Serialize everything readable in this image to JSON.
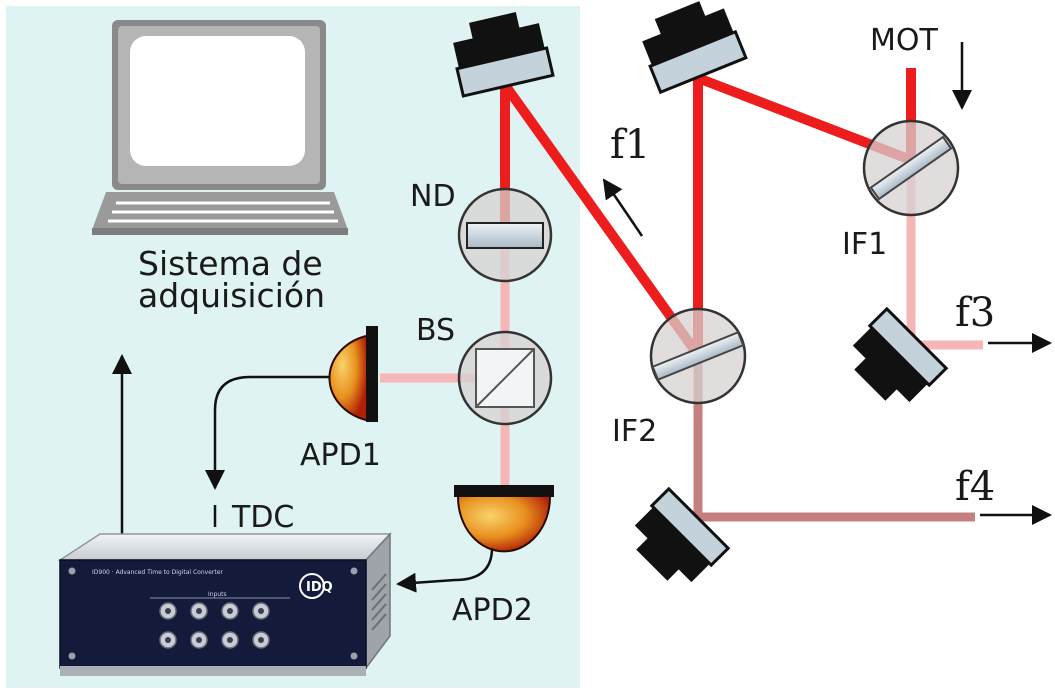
{
  "labels": {
    "system": [
      "Sistema de",
      "adquisición"
    ],
    "nd": "ND",
    "bs": "BS",
    "apd1": "APD1",
    "apd2": "APD2",
    "tdc": "TDC",
    "if1": "IF1",
    "if2": "IF2",
    "mot": "MOT",
    "f1": "f1",
    "f3": "f3",
    "f4": "f4"
  },
  "device": {
    "brand": "IDQ",
    "title": "ID900 · Advanced Time to Digital Converter",
    "inputs_label": "Inputs"
  },
  "colors": {
    "panel": "#e0f3f3",
    "beam": "#ee1d1d",
    "beam_light": "#f4b6b6",
    "beam_dark": "#c48080"
  }
}
